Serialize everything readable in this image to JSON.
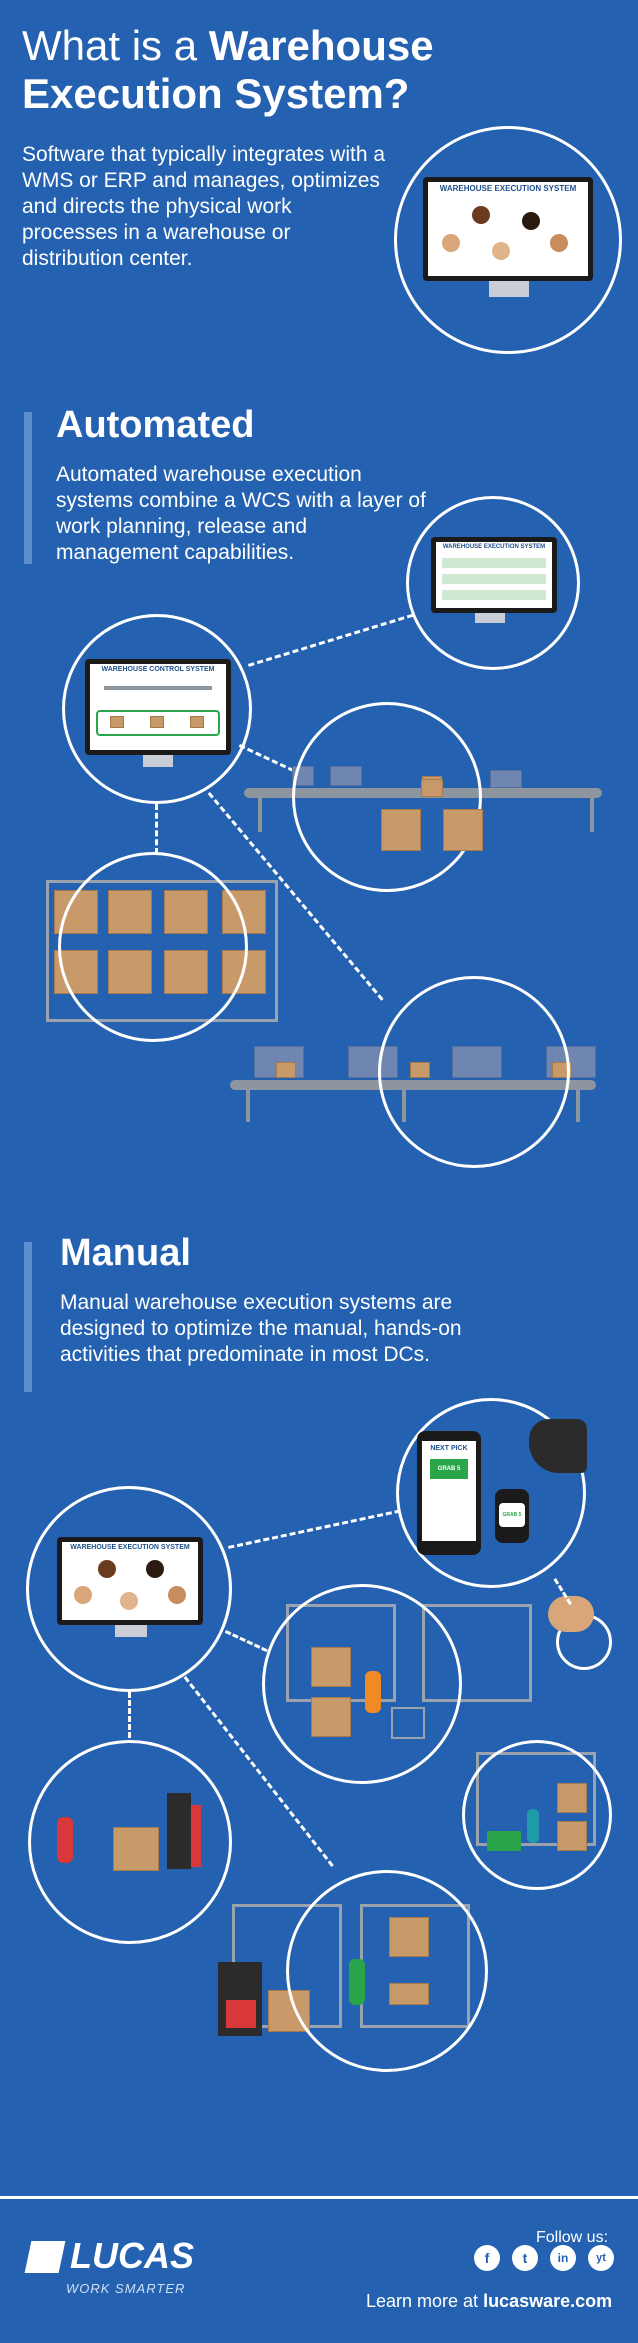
{
  "header": {
    "title_pre": "What is a ",
    "title_bold": "Warehouse Execution System?",
    "intro": "Software that typically integrates with a WMS or ERP and manages, optimizes and directs the physical work processes in a warehouse or distribution center."
  },
  "automated": {
    "title": "Automated",
    "text": "Automated warehouse execution systems combine a WCS with a layer of work planning, release and management capabilities."
  },
  "manual": {
    "title": "Manual",
    "text": "Manual warehouse execution systems are designed to optimize the manual, hands-on activities that predominate in most DCs."
  },
  "screens": {
    "wes": "WAREHOUSE EXECUTION SYSTEM",
    "wcs": "WAREHOUSE CONTROL SYSTEM",
    "next_pick": "NEXT PICK",
    "grab": "GRAB 5",
    "watch": "GRAB 5"
  },
  "footer": {
    "logo": "LUCAS",
    "tagline": "WORK SMARTER",
    "follow": "Follow us:",
    "learn_pre": "Learn more at ",
    "learn_link": "lucasware.com"
  },
  "social": [
    "f",
    "t",
    "in",
    "yt"
  ],
  "colors": {
    "background": "#2461b0",
    "accent": "#5b8fd1",
    "green": "#2aa64a",
    "box": "#c89a6a"
  }
}
